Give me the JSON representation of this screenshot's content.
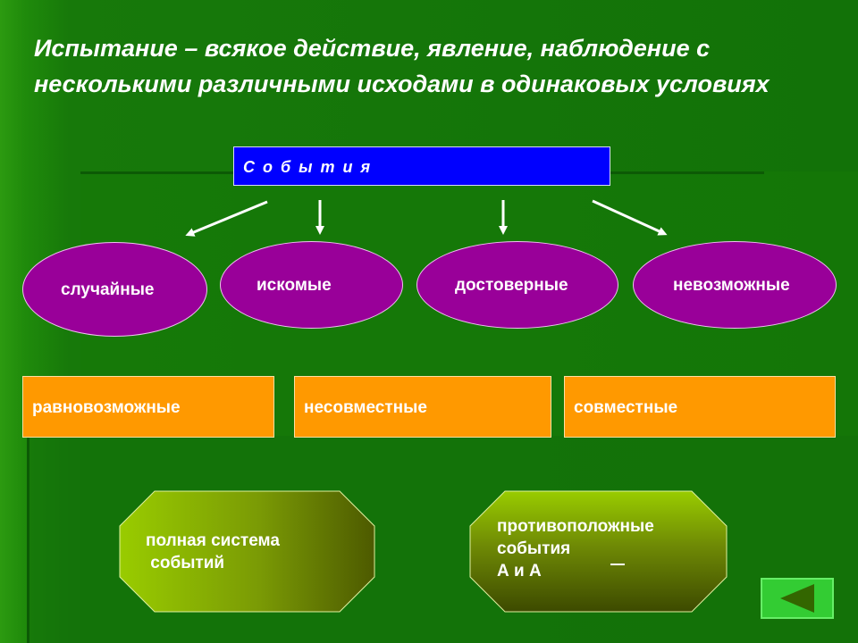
{
  "title": "Испытание – всякое действие, явление, наблюдение с несколькими различными исходами в одинаковых условиях",
  "events_label": "С о б ы т и я",
  "event_types": [
    {
      "label": "случайные"
    },
    {
      "label": "искомые"
    },
    {
      "label": "достоверные"
    },
    {
      "label": "невозможные"
    }
  ],
  "relations": [
    {
      "label": "равновозможные"
    },
    {
      "label": "несовместные"
    },
    {
      "label": "совместные"
    }
  ],
  "concepts": [
    {
      "label": "полная система\n событий"
    },
    {
      "label": "противоположные\nсобытия\nА и А"
    }
  ],
  "navigation": {
    "icon": "back-arrow-icon"
  },
  "colors": {
    "background": "#1a7f0a",
    "events_box": "#0000ff",
    "ellipse": "#990099",
    "relation_box": "#ff9900",
    "nav_button": "#33cc33",
    "nav_arrow": "#336600"
  }
}
